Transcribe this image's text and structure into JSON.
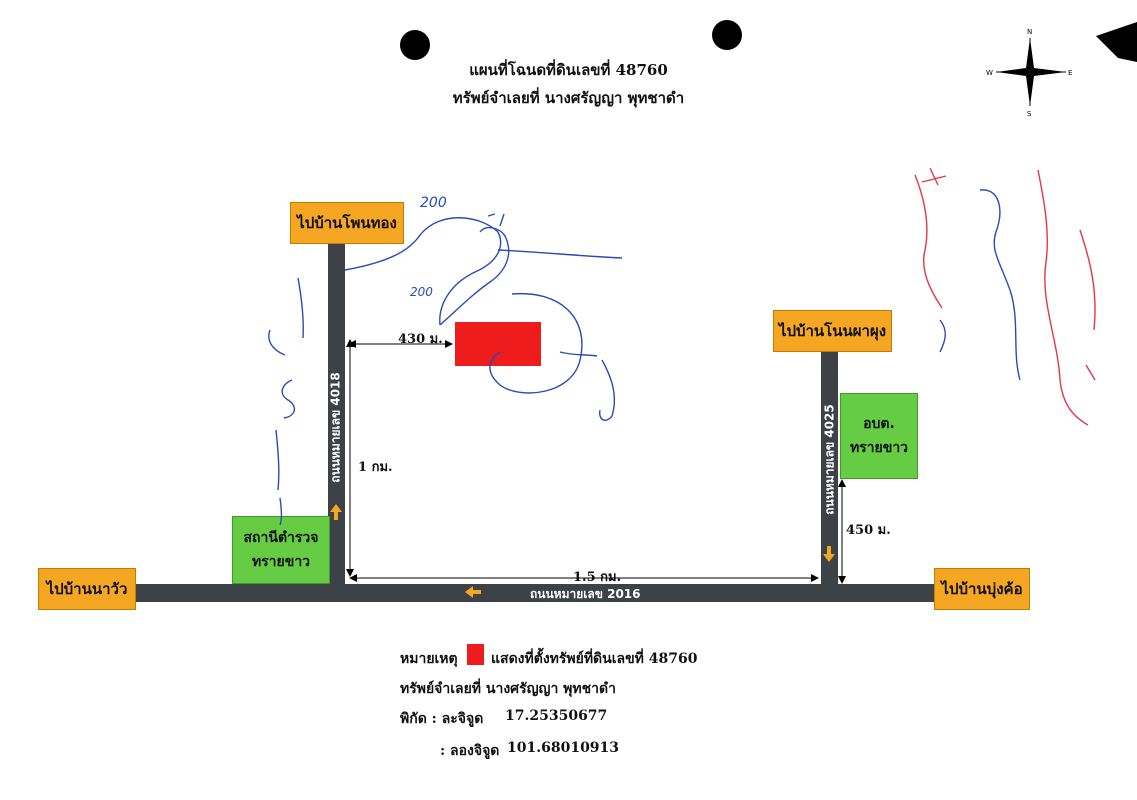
{
  "title": {
    "line1": "แผนที่โฉนดที่ดินเลขที่ 48760",
    "line2": "ทรัพย์จำเลยที่  นางศรัญญา พุทชาดำ"
  },
  "compass": {
    "n": "N",
    "s": "S",
    "e": "E",
    "w": "W"
  },
  "places": {
    "phonthong": "ไปบ้านโพนทอง",
    "nonphaphung": "ไปบ้านโนนผาผุง",
    "nawua": "ไปบ้านนาวัว",
    "bungkho": "ไปบ้านบุ่งค้อ"
  },
  "police": {
    "line1": "สถานีตำรวจ",
    "line2": "ทรายขาว"
  },
  "obt": {
    "line1": "อบต.",
    "line2": "ทรายขาว"
  },
  "roads": {
    "r4018": "ถนนหมายเลข 4018",
    "r4025": "ถนนหมายเลข 4025",
    "r2016": "ถนนหมายเลข  2016"
  },
  "distances": {
    "d430": "430 ม.",
    "d1km": "1 กม.",
    "d15km": "1.5 กม.",
    "d450": "450 ม."
  },
  "legend": {
    "label": "หมายเหตุ",
    "desc": "แสดงที่ตั้งทรัพย์ที่ดินเลขที่ 48760",
    "owner": "ทรัพย์จำเลยที่  นางศรัญญา  พุทชาดำ",
    "coord_label": "พิกัด : ละจิจูด",
    "lat": "17.25350677",
    "lon_label": ": ลองจิจูด",
    "lon": "101.68010913"
  },
  "handwritten": {
    "n200_top": "200",
    "n200_left": "200"
  },
  "colors": {
    "road": "#3d4247",
    "place": "#f5a623",
    "landmark": "#66cc44",
    "property": "#ee1c1c",
    "ink_blue": "#2a4bb8",
    "ink_red": "#e8344a"
  }
}
